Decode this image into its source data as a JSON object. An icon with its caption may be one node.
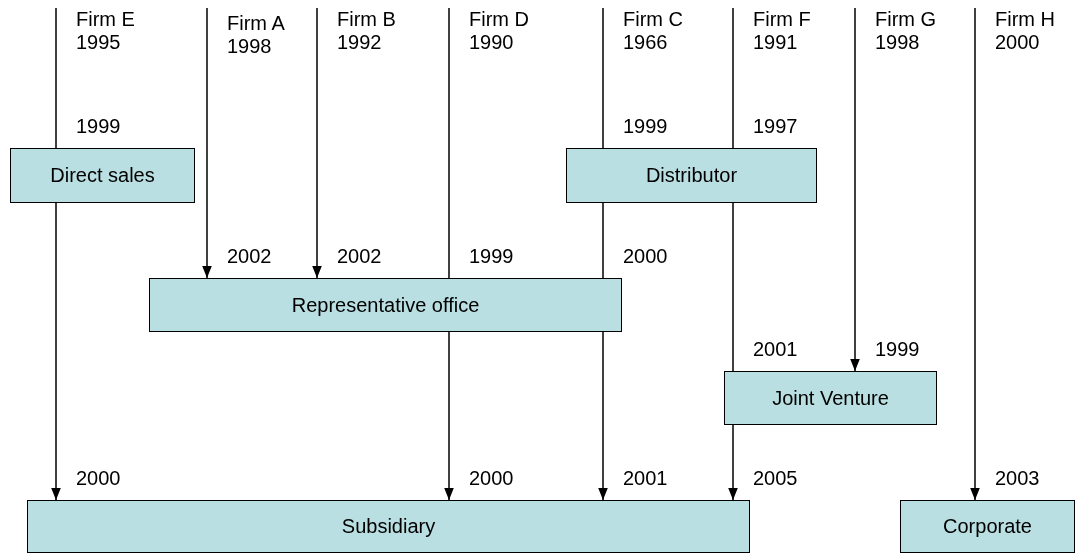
{
  "diagram": {
    "nodes": [
      {
        "text": [
          "Firm E",
          "1995"
        ]
      },
      {
        "text": [
          "Firm A",
          "1998"
        ]
      },
      {
        "text": [
          "Firm B",
          "1992"
        ]
      },
      {
        "text": [
          "Firm D",
          "1990"
        ]
      },
      {
        "text": [
          "Firm C",
          "1966"
        ]
      },
      {
        "text": [
          "Firm F",
          "1991"
        ]
      },
      {
        "text": [
          "Firm G",
          "1998"
        ]
      },
      {
        "text": [
          "Firm H",
          "2000"
        ]
      },
      {
        "text": [
          "Direct sales"
        ]
      },
      {
        "text": [
          "Distributor"
        ]
      },
      {
        "text": [
          "Representative office"
        ]
      },
      {
        "text": [
          "Joint Venture"
        ]
      },
      {
        "text": [
          "Subsidiary"
        ]
      },
      {
        "text": [
          "Corporate"
        ]
      }
    ],
    "edges": [
      {
        "from": 0,
        "to": 8,
        "arrow": "none",
        "label": "1999"
      },
      {
        "from": 8,
        "to": 12,
        "arrow": "to",
        "label": "2000"
      },
      {
        "from": 1,
        "to": 10,
        "arrow": "to",
        "label": "2002"
      },
      {
        "from": 2,
        "to": 10,
        "arrow": "to",
        "label": "2002"
      },
      {
        "from": 3,
        "to": 10,
        "arrow": "none",
        "label": "1999"
      },
      {
        "from": 10,
        "to": 12,
        "arrow": "to",
        "label": "2000"
      },
      {
        "from": 4,
        "to": 9,
        "arrow": "none",
        "label": "1999"
      },
      {
        "from": 9,
        "to": 10,
        "arrow": "none",
        "label": "2000"
      },
      {
        "from": 10,
        "to": 12,
        "arrow": "to",
        "label": "2001"
      },
      {
        "from": 5,
        "to": 9,
        "arrow": "none",
        "label": "1997"
      },
      {
        "from": 9,
        "to": 11,
        "arrow": "none",
        "label": "2001"
      },
      {
        "from": 11,
        "to": 12,
        "arrow": "to",
        "label": "2005"
      },
      {
        "from": 6,
        "to": 11,
        "arrow": "to",
        "label": "1999"
      },
      {
        "from": 7,
        "to": 13,
        "arrow": "to",
        "label": "2003"
      }
    ]
  }
}
